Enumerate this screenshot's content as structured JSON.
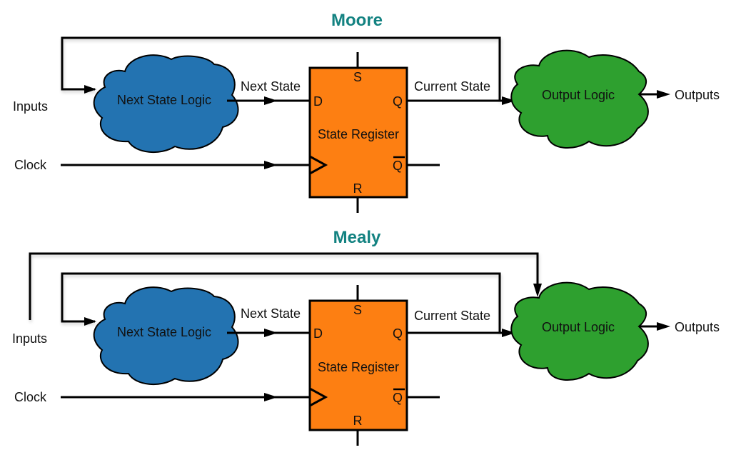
{
  "colors": {
    "title": "#138281",
    "next_state_cloud": "#2373b1",
    "output_cloud": "#2ea02f",
    "register": "#fd7f12",
    "wire": "#000000"
  },
  "diagrams": [
    {
      "title": "Moore",
      "labels": {
        "inputs": "Inputs",
        "clock": "Clock",
        "next_state": "Next State",
        "current_state": "Current State",
        "outputs": "Outputs"
      },
      "next_state_logic": "Next State Logic",
      "output_logic": "Output Logic",
      "register": {
        "name": "State Register",
        "pin_s": "S",
        "pin_d": "D",
        "pin_q": "Q",
        "pin_qbar": "Q",
        "pin_r": "R"
      },
      "inputs_feed_output_logic": false
    },
    {
      "title": "Mealy",
      "labels": {
        "inputs": "Inputs",
        "clock": "Clock",
        "next_state": "Next State",
        "current_state": "Current State",
        "outputs": "Outputs"
      },
      "next_state_logic": "Next State Logic",
      "output_logic": "Output Logic",
      "register": {
        "name": "State Register",
        "pin_s": "S",
        "pin_d": "D",
        "pin_q": "Q",
        "pin_qbar": "Q",
        "pin_r": "R"
      },
      "inputs_feed_output_logic": true
    }
  ]
}
